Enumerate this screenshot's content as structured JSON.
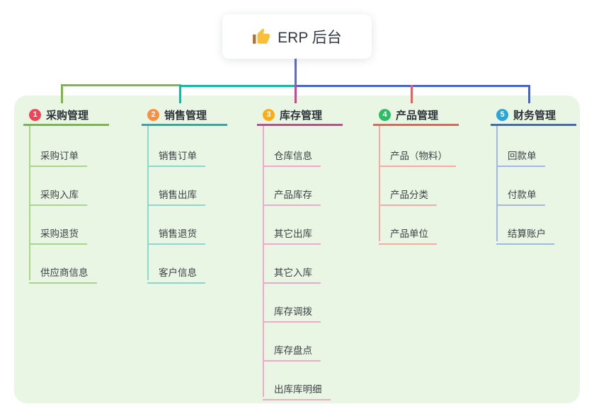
{
  "root": {
    "icon": "thumbs-up",
    "label": "ERP 后台"
  },
  "colors": {
    "panel_bg": "#e9f6e4",
    "root_line": "#5d6bd2",
    "root_text": "#343b46",
    "child_text": "#3e4247"
  },
  "branches": [
    {
      "badge": "1",
      "label": "采购管理",
      "badge_color": "#ee4359",
      "line_color": "#7cb93f",
      "child_line_color": "#aad48b",
      "children": [
        "采购订单",
        "采购入库",
        "采购退货",
        "供应商信息"
      ]
    },
    {
      "badge": "2",
      "label": "销售管理",
      "badge_color": "#f9903f",
      "line_color": "#19b5a8",
      "child_line_color": "#8bd8cf",
      "children": [
        "销售订单",
        "销售出库",
        "销售退货",
        "客户信息"
      ]
    },
    {
      "badge": "3",
      "label": "库存管理",
      "badge_color": "#fbad18",
      "line_color": "#d14390",
      "child_line_color": "#efa9cd",
      "children": [
        "仓库信息",
        "产品库存",
        "其它出库",
        "其它入库",
        "库存调拨",
        "库存盘点",
        "出库库明细"
      ]
    },
    {
      "badge": "4",
      "label": "产品管理",
      "badge_color": "#2dbd64",
      "line_color": "#f15c5c",
      "child_line_color": "#f8aaa5",
      "children": [
        "产品（物料）",
        "产品分类",
        "产品单位"
      ]
    },
    {
      "badge": "5",
      "label": "财务管理",
      "badge_color": "#27a6d9",
      "line_color": "#4565cd",
      "child_line_color": "#a3b6e8",
      "children": [
        "回款单",
        "付款单",
        "结算账户"
      ]
    }
  ]
}
